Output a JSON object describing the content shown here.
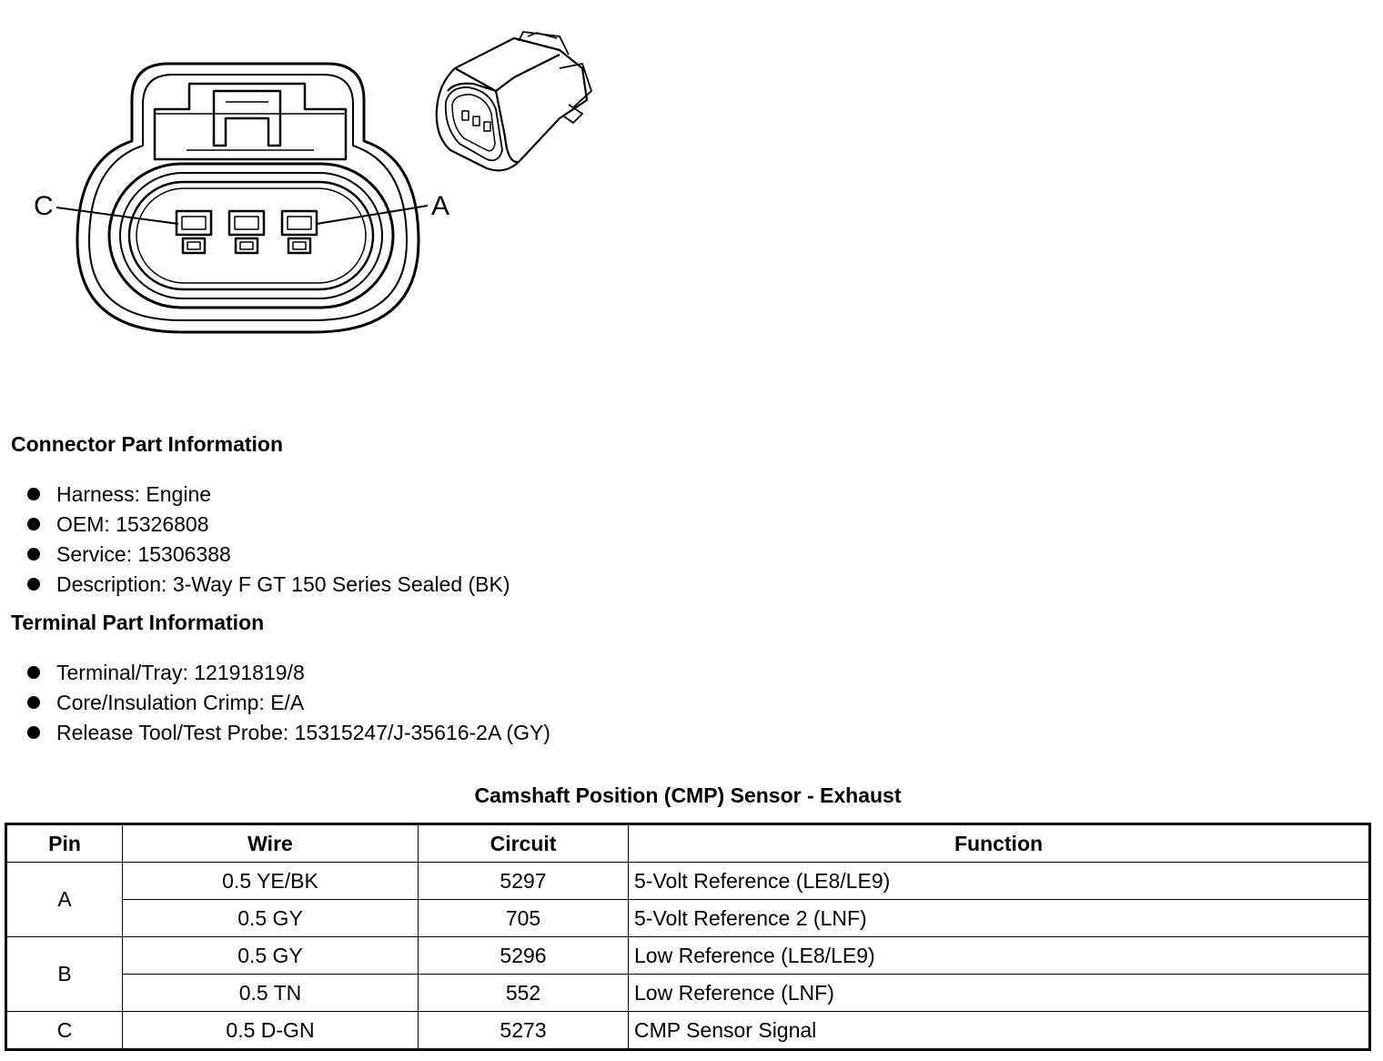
{
  "diagram": {
    "pin_label_left": "C",
    "pin_label_right": "A"
  },
  "connector_info": {
    "title": "Connector Part Information",
    "items": [
      "Harness: Engine",
      "OEM: 15326808",
      "Service: 15306388",
      "Description: 3-Way F GT 150 Series Sealed (BK)"
    ]
  },
  "terminal_info": {
    "title": "Terminal Part Information",
    "items": [
      "Terminal/Tray: 12191819/8",
      "Core/Insulation Crimp: E/A",
      "Release Tool/Test Probe: 15315247/J-35616-2A (GY)"
    ]
  },
  "table": {
    "title": "Camshaft Position (CMP) Sensor - Exhaust",
    "headers": [
      "Pin",
      "Wire",
      "Circuit",
      "Function"
    ],
    "pins": [
      "A",
      "B",
      "C"
    ],
    "rows": [
      {
        "wire": "0.5 YE/BK",
        "circuit": "5297",
        "function": "5-Volt Reference (LE8/LE9)"
      },
      {
        "wire": "0.5 GY",
        "circuit": "705",
        "function": "5-Volt Reference 2 (LNF)"
      },
      {
        "wire": "0.5 GY",
        "circuit": "5296",
        "function": "Low Reference (LE8/LE9)"
      },
      {
        "wire": "0.5 TN",
        "circuit": "552",
        "function": "Low Reference (LNF)"
      },
      {
        "wire": "0.5 D-GN",
        "circuit": "5273",
        "function": "CMP Sensor Signal"
      }
    ]
  }
}
